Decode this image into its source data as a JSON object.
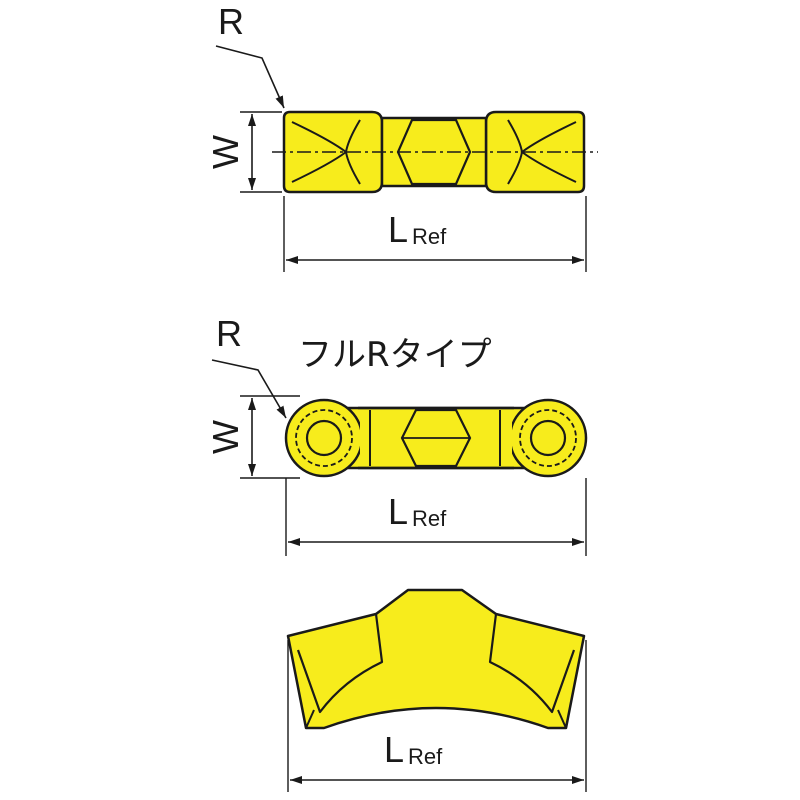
{
  "colors": {
    "insert_fill": "#f7ec1c",
    "line": "#1a1a1a",
    "background": "#ffffff"
  },
  "top_view": {
    "radius_label": "R",
    "width_label": "W",
    "length_label_main": "L",
    "length_label_sub": "Ref"
  },
  "middle_view": {
    "radius_label": "R",
    "width_label": "W",
    "type_label": "フルRタイプ",
    "length_label_main": "L",
    "length_label_sub": "Ref"
  },
  "bottom_view": {
    "length_label_main": "L",
    "length_label_sub": "Ref"
  }
}
